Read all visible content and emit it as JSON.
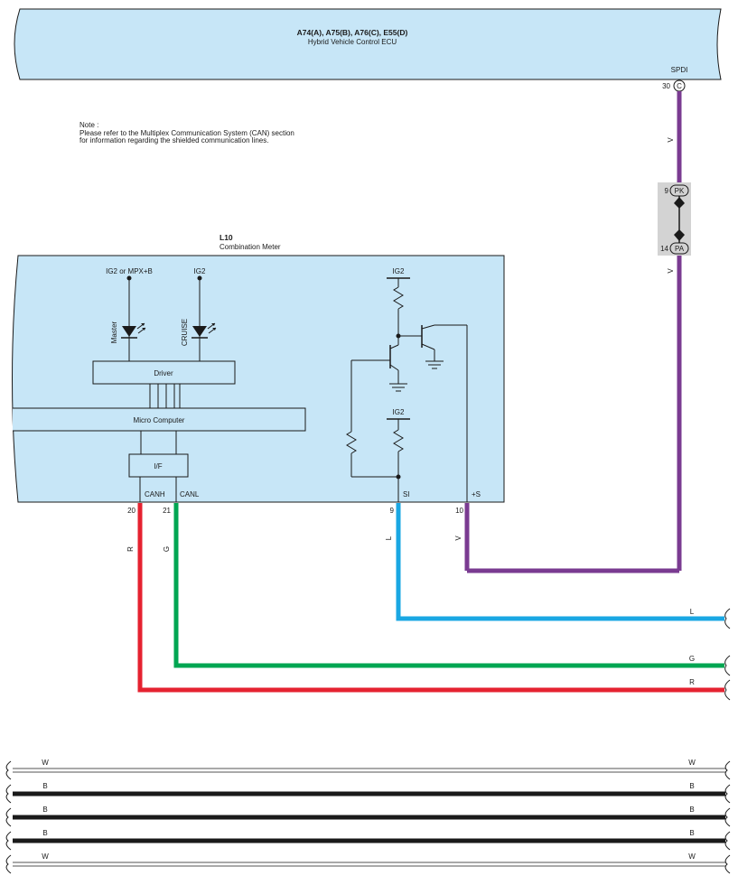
{
  "ecu": {
    "connectors": "A74(A), A75(B), A76(C), E55(D)",
    "name": "Hybrid Vehicle Control ECU",
    "terminal_label": "SPDI",
    "terminal_pin": "30",
    "terminal_conn": "C"
  },
  "note": {
    "heading": "Note :",
    "line1": "Please refer to the Multiplex Communication System (CAN) section",
    "line2": "for information regarding the shielded communication lines."
  },
  "junction": {
    "top_pin": "9",
    "top_conn": "PK",
    "bottom_pin": "14",
    "bottom_conn": "PA"
  },
  "meter": {
    "code": "L10",
    "name": "Combination Meter",
    "supply_left": "IG2 or MPX+B",
    "supply_mid": "IG2",
    "supply_tr1": "IG2",
    "supply_tr2": "IG2",
    "led_master": "Master",
    "led_cruise": "CRUISE",
    "driver": "Driver",
    "micro": "Micro Computer",
    "interface": "I/F",
    "term_canh": "CANH",
    "term_canl": "CANL",
    "term_si": "SI",
    "term_s": "+S",
    "pin_canh": "20",
    "pin_canl": "21",
    "pin_si": "9",
    "pin_s": "10"
  },
  "wire_colors": {
    "spdi_top": "V",
    "spdi_bottom": "V",
    "canh": "R",
    "canl": "G",
    "si": "L",
    "s": "V",
    "out_l": "L",
    "out_g": "G",
    "out_r": "R"
  },
  "bundle": [
    {
      "left": "W",
      "right": "W"
    },
    {
      "left": "B",
      "right": "B"
    },
    {
      "left": "B",
      "right": "B"
    },
    {
      "left": "B",
      "right": "B"
    },
    {
      "left": "W",
      "right": "W"
    }
  ],
  "colors": {
    "box_fill": "#c7e6f7",
    "violet": "#7a3b91",
    "red": "#e52230",
    "green": "#00a652",
    "blue": "#1aa7e3",
    "black": "#1a1a1a",
    "junction_fill": "#d3d3d3"
  }
}
